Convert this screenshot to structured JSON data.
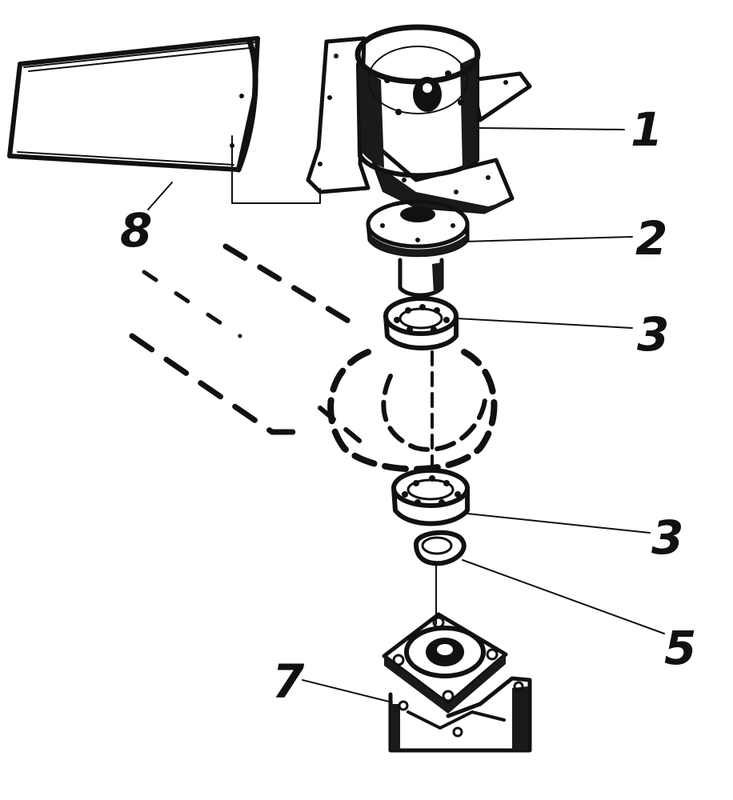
{
  "diagram": {
    "callouts": [
      {
        "id": "part-1",
        "text": "1"
      },
      {
        "id": "part-2",
        "text": "2"
      },
      {
        "id": "part-3a",
        "text": "3"
      },
      {
        "id": "part-3b",
        "text": "3"
      },
      {
        "id": "part-5",
        "text": "5"
      },
      {
        "id": "part-7",
        "text": "7"
      },
      {
        "id": "part-8",
        "text": "8"
      }
    ]
  }
}
